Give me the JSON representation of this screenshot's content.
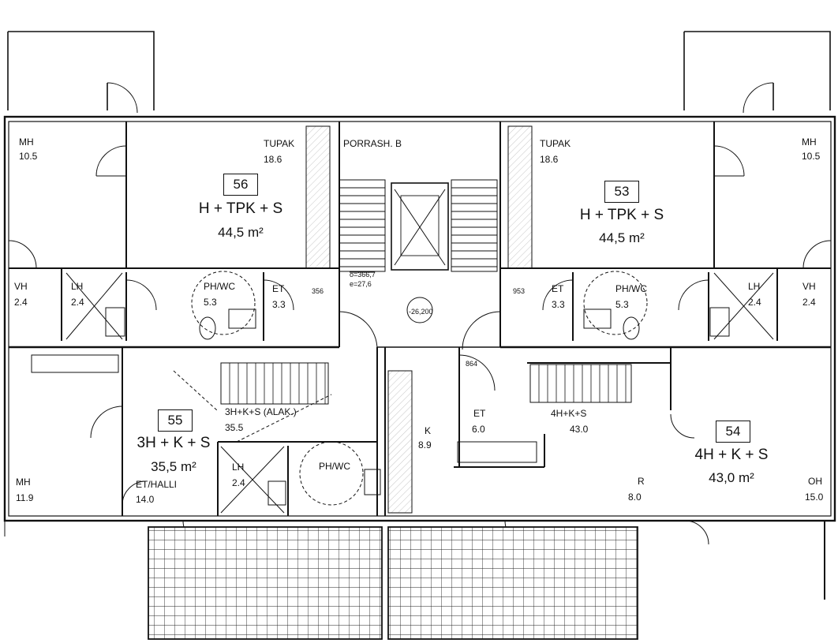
{
  "stair_label": "PORRASH. B",
  "level_marks": {
    "floor": "o=366,7",
    "elev": "e=27,6"
  },
  "small_marks": {
    "m1": "356",
    "m2": "953",
    "m3": "864",
    "m4": "-26,200"
  },
  "apartments": [
    {
      "number": "56",
      "type": "H + TPK + S",
      "area": "44,5 m²"
    },
    {
      "number": "53",
      "type": "H + TPK + S",
      "area": "44,5 m²"
    },
    {
      "number": "55",
      "type": "3H + K + S",
      "area": "35,5 m²"
    },
    {
      "number": "54",
      "type": "4H + K + S",
      "area": "43,0 m²"
    }
  ],
  "rooms": {
    "mh_tl": {
      "name": "MH",
      "area": "10.5"
    },
    "tupak_l": {
      "name": "TUPAK",
      "area": "18.6"
    },
    "tupak_r": {
      "name": "TUPAK",
      "area": "18.6"
    },
    "mh_tr": {
      "name": "MH",
      "area": "10.5"
    },
    "vh_l": {
      "name": "VH",
      "area": "2.4"
    },
    "lh_l": {
      "name": "LH",
      "area": "2.4"
    },
    "phwc_l": {
      "name": "PH/WC",
      "area": "5.3"
    },
    "et_l": {
      "name": "ET",
      "area": "3.3"
    },
    "et_r": {
      "name": "ET",
      "area": "3.3"
    },
    "phwc_r": {
      "name": "PH/WC",
      "area": "5.3"
    },
    "lh_r": {
      "name": "LH",
      "area": "2.4"
    },
    "vh_r": {
      "name": "VH",
      "area": "2.4"
    },
    "alak": {
      "name": "3H+K+S (ALAK.)",
      "area": "35.5"
    },
    "mh_bl": {
      "name": "MH",
      "area": "11.9"
    },
    "et_hallu": {
      "name": "ET/HALLI",
      "area": "14.0"
    },
    "lh_b": {
      "name": "LH",
      "area": "2.4"
    },
    "phwc_b": {
      "name": "PH/WC",
      "area": ""
    },
    "k": {
      "name": "K",
      "area": "8.9"
    },
    "et_b": {
      "name": "ET",
      "area": "6.0"
    },
    "fourh": {
      "name": "4H+K+S",
      "area": "43.0"
    },
    "r": {
      "name": "R",
      "area": "8.0"
    },
    "oh": {
      "name": "OH",
      "area": "15.0"
    }
  }
}
